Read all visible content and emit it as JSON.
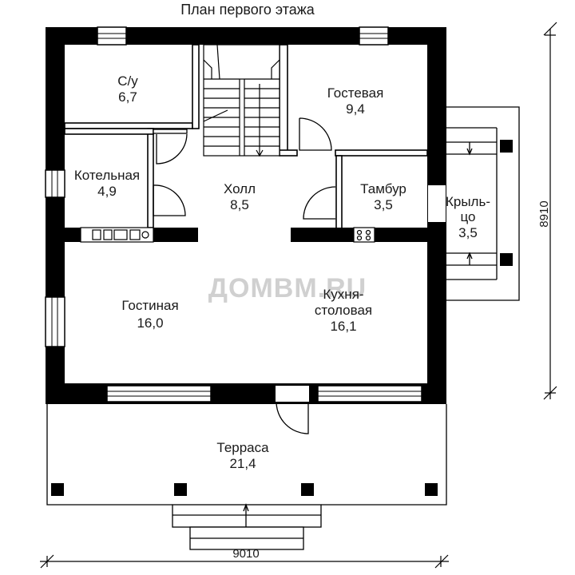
{
  "title": "План первого этажа",
  "watermark": "ДОМВМ.RU",
  "rooms": {
    "bathroom": {
      "name": "С/у",
      "area": "6,7"
    },
    "guest": {
      "name": "Гостевая",
      "area": "9,4"
    },
    "boiler": {
      "name": "Котельная",
      "area": "4,9"
    },
    "hall": {
      "name": "Холл",
      "area": "8,5"
    },
    "vestibule": {
      "name": "Тамбур",
      "area": "3,5"
    },
    "porch": {
      "name_line1": "Крыль-",
      "name_line2": "цо",
      "area": "3,5"
    },
    "living": {
      "name": "Гостиная",
      "area": "16,0"
    },
    "kitchen": {
      "name_line1": "Кухня-",
      "name_line2": "столовая",
      "area": "16,1"
    },
    "terrace": {
      "name": "Терраса",
      "area": "21,4"
    }
  },
  "dimensions": {
    "width": "9010",
    "height": "8910"
  },
  "colors": {
    "wall": "#000000",
    "line": "#1a1a1a"
  }
}
